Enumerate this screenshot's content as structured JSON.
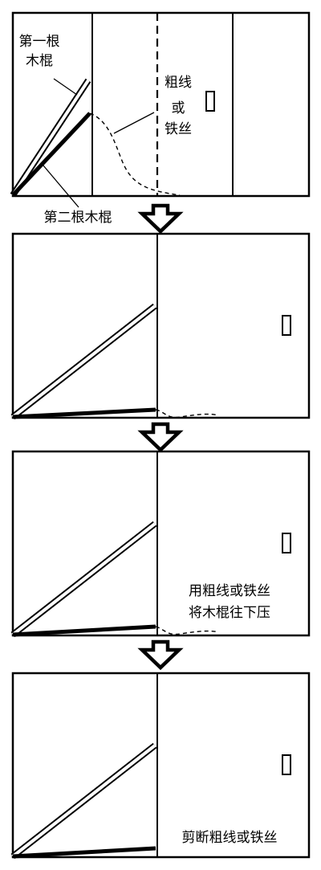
{
  "labels": {
    "first_stick_line1": "第一根",
    "first_stick_line2": "木棍",
    "wire_line1": "粗线",
    "wire_line2": "或",
    "wire_line3": "铁丝",
    "second_stick": "第二根木棍",
    "step3_line1": "用粗线或铁丝",
    "step3_line2": "将木棍往下压",
    "step4": "剪断粗线或铁丝"
  },
  "colors": {
    "stroke": "#000000",
    "background": "#ffffff"
  },
  "icons": {
    "step_arrow": "down-arrow-icon",
    "door_latch": "latch-icon"
  }
}
